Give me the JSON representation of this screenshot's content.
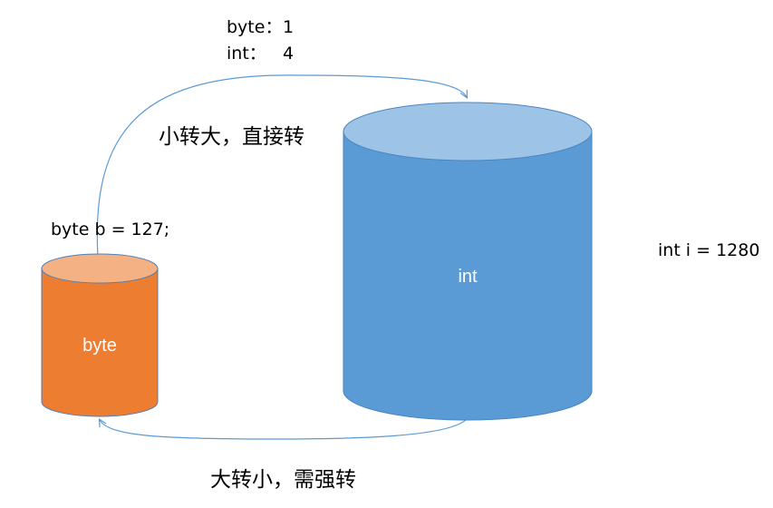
{
  "legend": {
    "byte_label": "byte：",
    "byte_size": "1",
    "int_label": "int：",
    "int_size": "4"
  },
  "arrows": {
    "small_to_big_label": "小转大，直接转",
    "big_to_small_label": "大转小，需强转"
  },
  "byte_container": {
    "label": "byte",
    "declaration": "byte b = 127;",
    "body_color": "#ED7D31",
    "top_color": "#F4B183"
  },
  "int_container": {
    "label": "int",
    "declaration": "int i = 1280",
    "body_color": "#5B9BD5",
    "top_color": "#9DC3E6"
  },
  "colors": {
    "arrow": "#5B9BD5",
    "text": "#000000",
    "cylinder_label": "#FFFFFF"
  }
}
